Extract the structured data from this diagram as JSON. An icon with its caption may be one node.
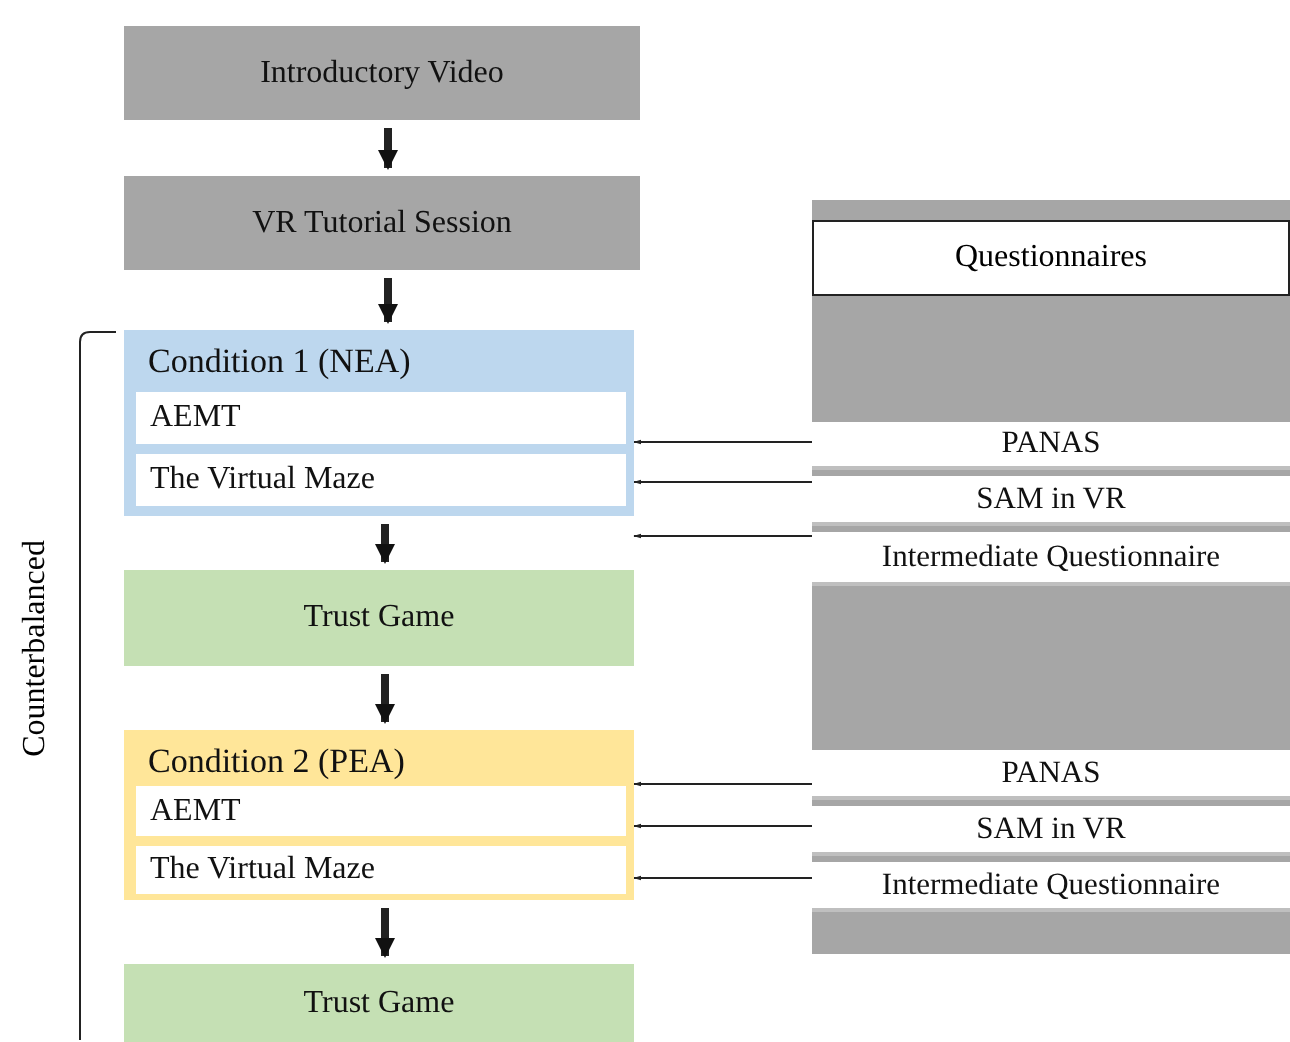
{
  "diagram": {
    "nodes": [
      {
        "text": [
          "Introductory Video"
        ]
      },
      {
        "text": [
          "VR Tutorial Session"
        ]
      },
      {
        "text": [
          "Condition 1 (NEA)"
        ]
      },
      {
        "text": [
          "AEMT"
        ],
        "in": 2
      },
      {
        "text": [
          "The Virtual Maze"
        ],
        "in": 2
      },
      {
        "text": [
          "Trust Game"
        ]
      },
      {
        "text": [
          "Condition 2 (PEA)"
        ]
      },
      {
        "text": [
          "AEMT"
        ],
        "in": 6
      },
      {
        "text": [
          "The Virtual Maze"
        ],
        "in": 6
      },
      {
        "text": [
          "Trust Game"
        ]
      },
      {
        "text": [
          "Questionnaires"
        ]
      },
      {
        "text": [
          "PANAS"
        ],
        "in": 10
      },
      {
        "text": [
          "SAM in VR"
        ],
        "in": 10
      },
      {
        "text": [
          "Intermediate Questionnaire"
        ],
        "in": 10
      },
      {
        "text": [
          "PANAS"
        ],
        "in": 10
      },
      {
        "text": [
          "SAM in VR"
        ],
        "in": 10
      },
      {
        "text": [
          "Intermediate Questionnaire"
        ],
        "in": 10
      }
    ],
    "edges": [
      {
        "from": 0,
        "to": 1,
        "arrow": "to",
        "style": "thick"
      },
      {
        "from": 1,
        "to": 2,
        "arrow": "to",
        "style": "thick"
      },
      {
        "from": 2,
        "to": 5,
        "arrow": "to",
        "style": "thick"
      },
      {
        "from": 5,
        "to": 6,
        "arrow": "to",
        "style": "thick"
      },
      {
        "from": 6,
        "to": 9,
        "arrow": "to",
        "style": "thick"
      },
      {
        "from": 11,
        "to": 2,
        "arrow": "to"
      },
      {
        "from": 12,
        "to": 2,
        "arrow": "to"
      },
      {
        "from": 13,
        "to": 2,
        "arrow": "to"
      },
      {
        "from": 14,
        "to": 6,
        "arrow": "to"
      },
      {
        "from": 15,
        "to": 6,
        "arrow": "to"
      },
      {
        "from": 16,
        "to": 6,
        "arrow": "to"
      }
    ],
    "labels": [
      "Counterbalanced"
    ]
  }
}
